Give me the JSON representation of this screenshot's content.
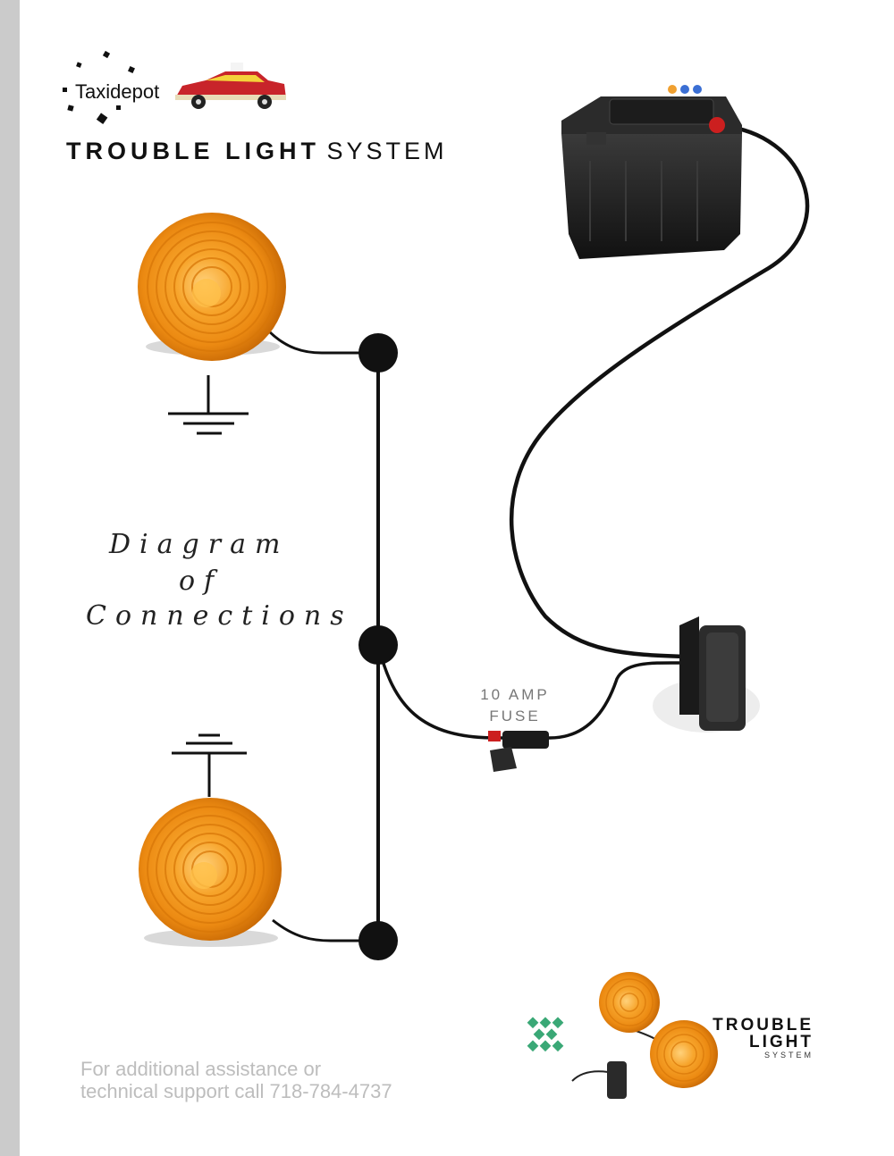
{
  "header": {
    "logo_text": "Taxidepot",
    "title_bold": "TROUBLE LIGHT",
    "title_light": "SYSTEM"
  },
  "caption": {
    "line1": "Diagram",
    "line2": "of",
    "line3": "Connections"
  },
  "fuse": {
    "line1": "10 AMP",
    "line2": "FUSE"
  },
  "support": {
    "line1": "For additional assistance or",
    "line2": "technical support call 718-784-4737"
  },
  "brand": {
    "line1": "TROUBLE",
    "line2": "LIGHT",
    "line3": "SYSTEM"
  },
  "colors": {
    "lamp_amber": "#f39a1c",
    "wire": "#111111",
    "battery_terminal": "#cc1f1f",
    "brand_diamond": "#3aa876",
    "strip": "#cbcbcb"
  }
}
